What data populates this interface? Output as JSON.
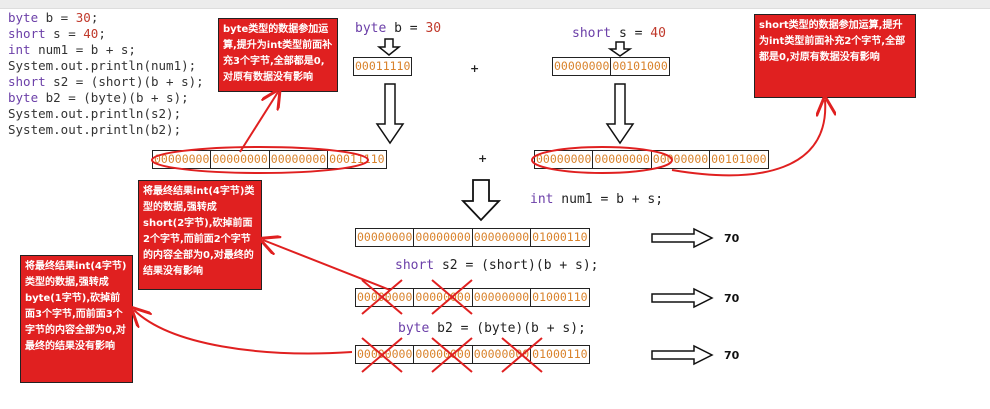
{
  "code": {
    "lines": [
      {
        "kw": "byte",
        "rest": " b = ",
        "num": "30",
        "end": ";"
      },
      {
        "kw": "short",
        "rest": " s = ",
        "num": "40",
        "end": ";"
      },
      {
        "kw": "int",
        "rest": " num1 = b + s;",
        "num": "",
        "end": ""
      },
      {
        "kw": "",
        "rest": "System.out.println(num1);",
        "num": "",
        "end": ""
      },
      {
        "kw": "short",
        "rest": " s2 = (short)(b + s);",
        "num": "",
        "end": ""
      },
      {
        "kw": "byte",
        "rest": " b2 = (byte)(b + s);",
        "num": "",
        "end": ""
      },
      {
        "kw": "",
        "rest": "System.out.println(s2);",
        "num": "",
        "end": ""
      },
      {
        "kw": "",
        "rest": "System.out.println(b2);",
        "num": "",
        "end": ""
      }
    ]
  },
  "labels": {
    "byte_b": {
      "kw": "byte",
      "rest": " b = ",
      "num": "30"
    },
    "short_s": {
      "kw": "short",
      "rest": " s = ",
      "num": "40"
    },
    "int_num1": {
      "kw": "int",
      "rest": " num1 = b + s;"
    },
    "short_s2": {
      "kw": "short",
      "rest": " s2 = (short)(b + s);"
    },
    "byte_b2": {
      "kw": "byte",
      "rest": " b2 = (byte)(b + s);"
    }
  },
  "plus": "+",
  "bytes": {
    "b_single": [
      "00011110"
    ],
    "s_pair": [
      "00000000",
      "00101000"
    ],
    "b_int": [
      "00000000",
      "00000000",
      "00000000",
      "00011110"
    ],
    "s_int": [
      "00000000",
      "00000000",
      "00000000",
      "00101000"
    ],
    "num1": [
      "00000000",
      "00000000",
      "00000000",
      "01000110"
    ],
    "s2": [
      "00000000",
      "00000000",
      "00000000",
      "01000110"
    ],
    "b2": [
      "00000000",
      "00000000",
      "00000000",
      "01000110"
    ]
  },
  "results": {
    "num1": "70",
    "s2": "70",
    "b2": "70"
  },
  "notes": {
    "byte_promo": "byte类型的数据参加运算,提升为int类型前面补充3个字节,全部都是0,对原有数据没有影响",
    "short_promo": "short类型的数据参加运算,提升为int类型前面补充2个字节,全部都是0,对原有数据没有影响",
    "short_cast": "将最终结果int(4字节)类型的数据,强转成short(2字节),砍掉前面2个字节,而前面2个字节的内容全部为0,对最终的结果没有影响",
    "byte_cast": "将最终结果int(4字节)类型的数据,强转成byte(1字节),砍掉前面3个字节,而前面3个字节的内容全部为0,对最终的结果没有影响"
  },
  "colors": {
    "annotation": "#e02020",
    "bits": "#d9822b",
    "keyword": "#6b3fa8",
    "number": "#c0392b"
  }
}
